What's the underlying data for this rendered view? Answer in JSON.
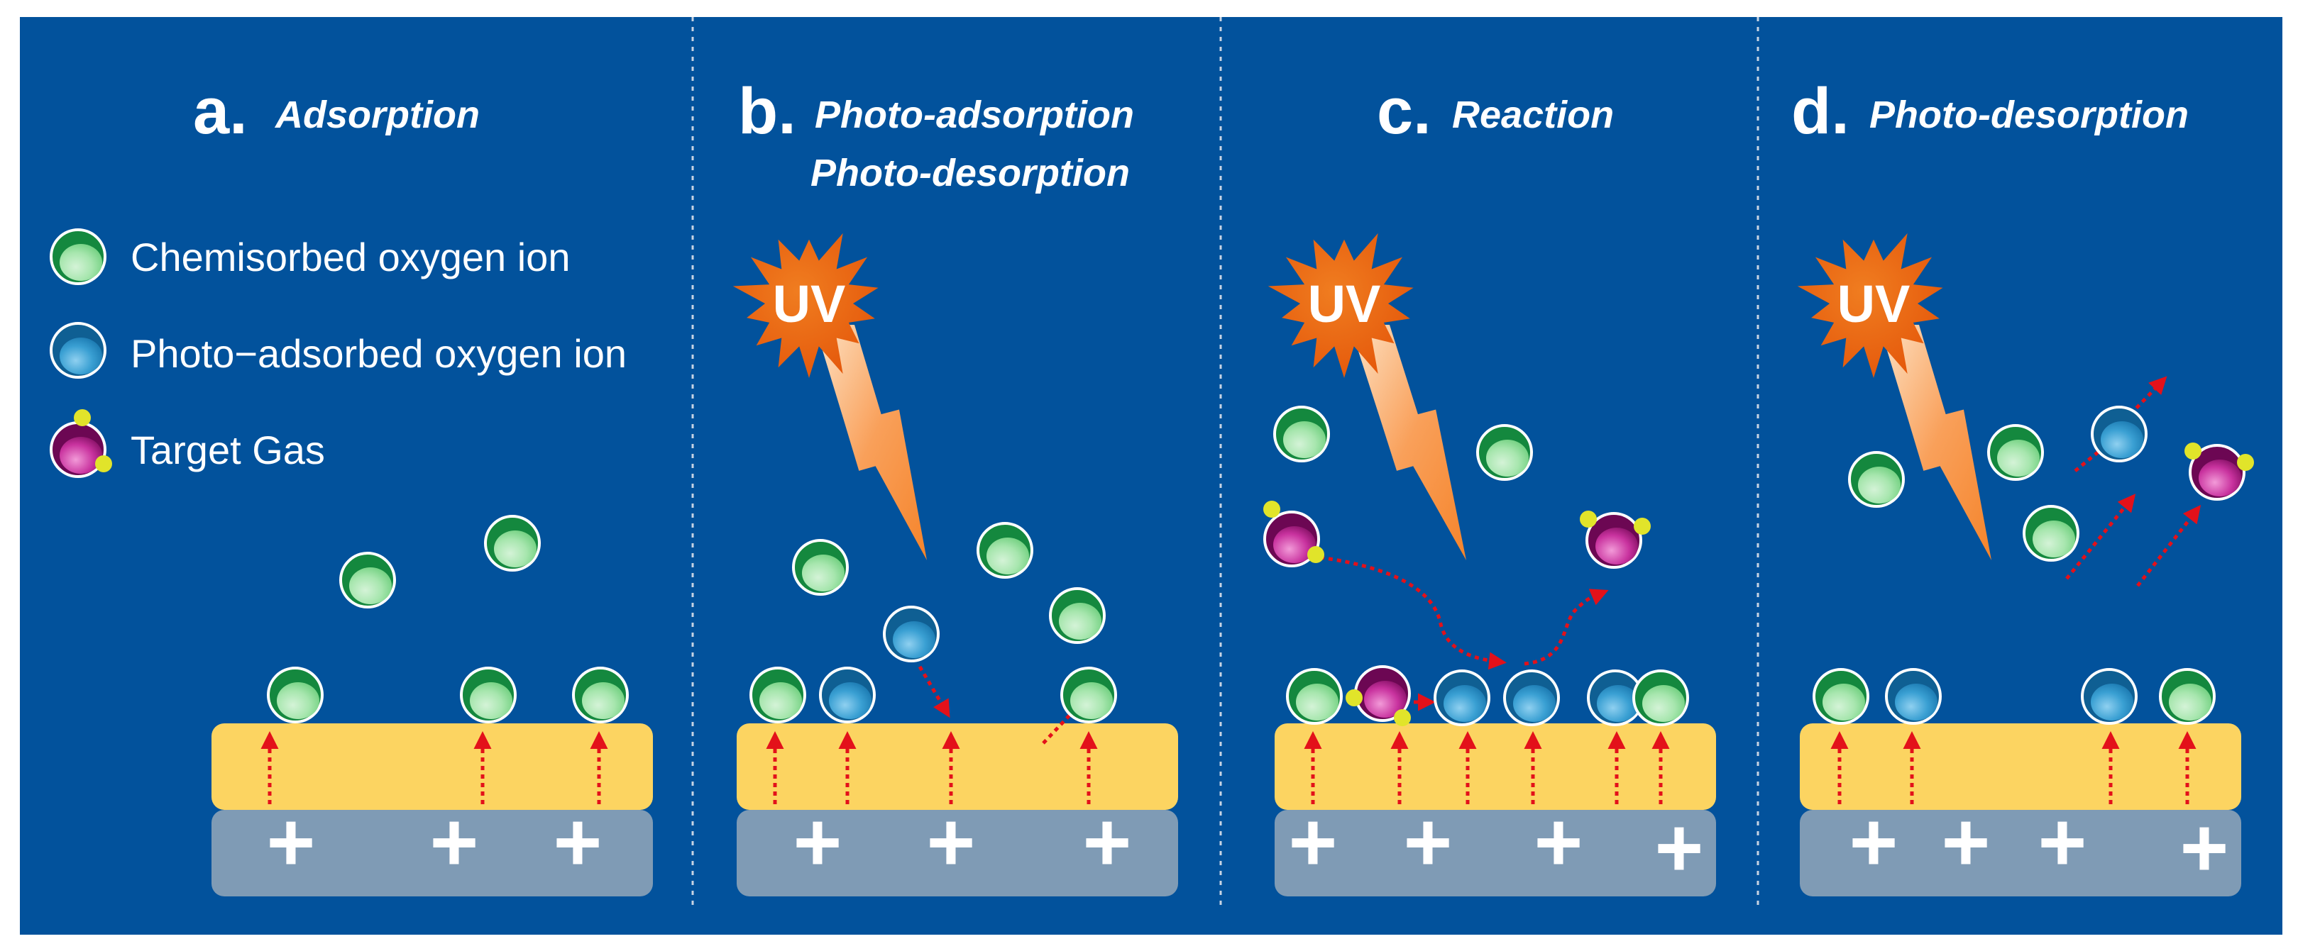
{
  "background_color": "#02529c",
  "panels": [
    {
      "letter": "a.",
      "title_lines": [
        "Adsorption"
      ]
    },
    {
      "letter": "b.",
      "title_lines": [
        "Photo-adsorption",
        "Photo-desorption"
      ]
    },
    {
      "letter": "c.",
      "title_lines": [
        "Reaction"
      ]
    },
    {
      "letter": "d.",
      "title_lines": [
        "Photo-desorption"
      ]
    }
  ],
  "legend": {
    "chemisorbed": "Chemisorbed oxygen ion",
    "photo_adsorbed": "Photo−adsorbed oxygen ion",
    "target_gas": "Target Gas"
  },
  "uv_label": "UV",
  "charge_symbol": "+",
  "colors": {
    "chemisorbed": "#8fd99a",
    "photo_adsorbed": "#3aa0d3",
    "target_gas": "#b4238f",
    "gas_atom": "#e1e42a",
    "sensing_layer": "#fcd461",
    "substrate": "#7f9bb5",
    "arrow": "#e3111a",
    "uv_burst": "#ef6a12",
    "lightning": "#f9a05a"
  },
  "icons": [
    "uv-burst-icon",
    "lightning-icon",
    "oxygen-ion-icon",
    "target-gas-icon",
    "plus-icon",
    "arrow-icon"
  ]
}
